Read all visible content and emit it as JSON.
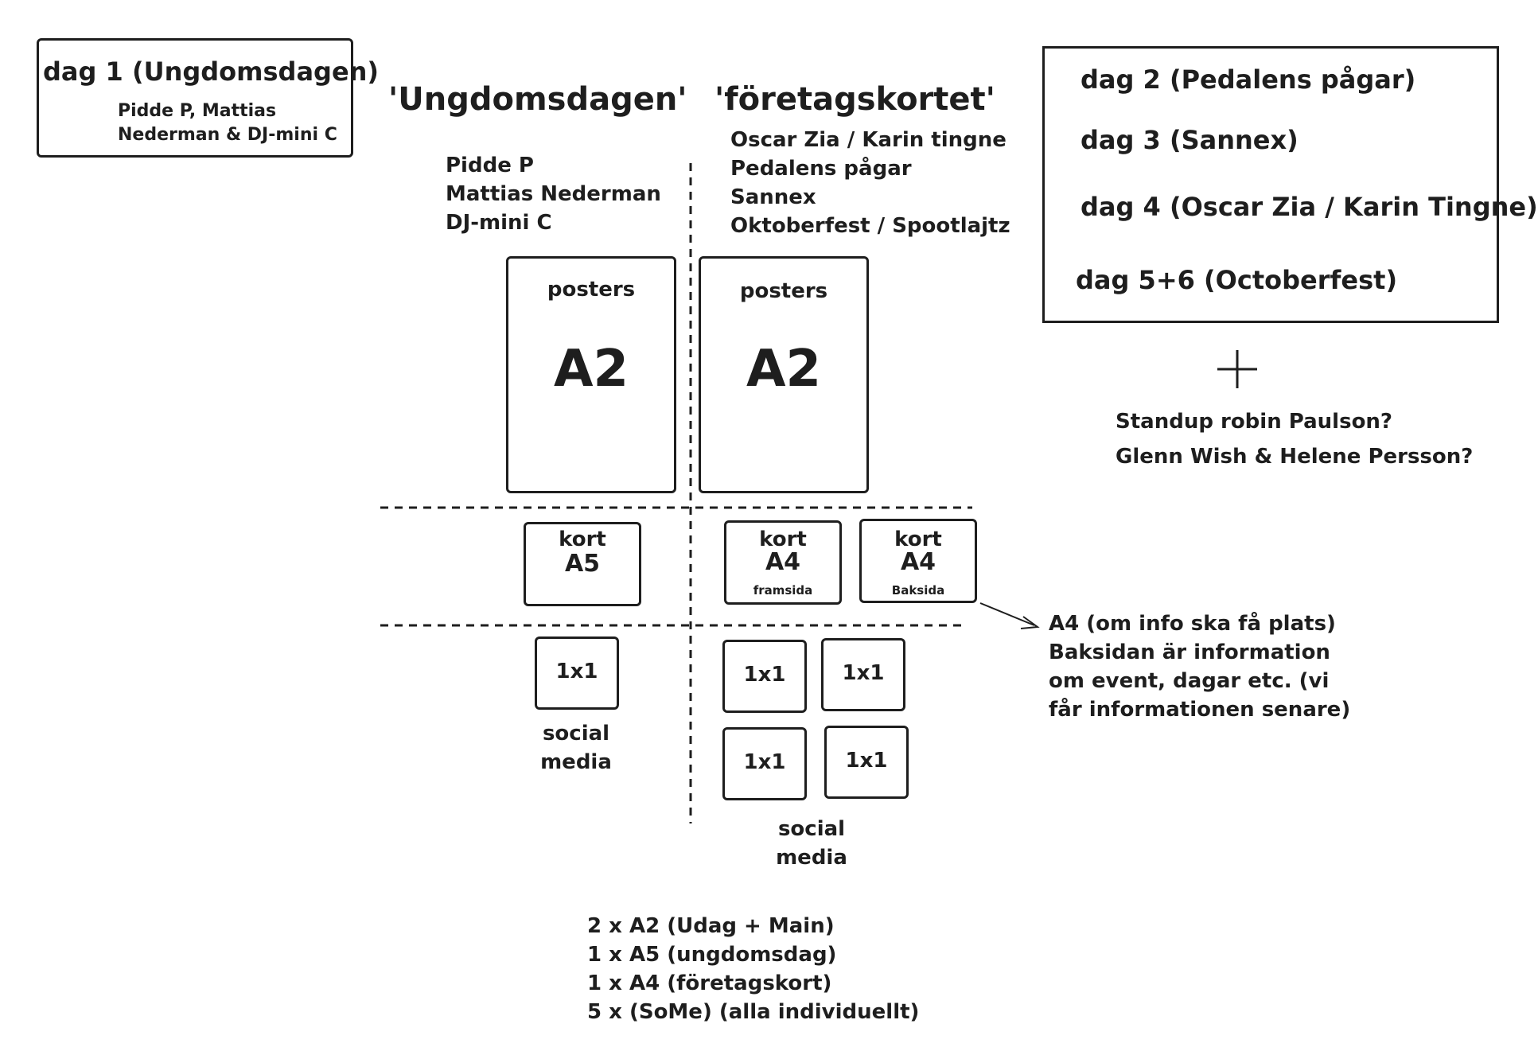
{
  "day1": {
    "title": "dag 1 (Ungdomsdagen)",
    "artists_line1": "Pidde P, Mattias",
    "artists_line2": "Nederman & DJ-mini C"
  },
  "left_column": {
    "heading": "'Ungdomsdagen'",
    "artists": [
      "Pidde P",
      "Mattias Nederman",
      "DJ-mini C"
    ],
    "poster": {
      "label": "posters",
      "size": "A2"
    },
    "card": {
      "label": "kort",
      "size": "A5"
    },
    "social_tile": "1x1",
    "social_label_line1": "social",
    "social_label_line2": "media"
  },
  "right_column": {
    "heading": "'företagskortet'",
    "artists": [
      "Oscar Zia / Karin tingne",
      "Pedalens pågar",
      "Sannex",
      "Oktoberfest / Spootlajtz"
    ],
    "poster": {
      "label": "posters",
      "size": "A2"
    },
    "card_front": {
      "label": "kort",
      "size": "A4",
      "side": "framsida"
    },
    "card_back": {
      "label": "kort",
      "size": "A4",
      "side": "Baksida"
    },
    "social_tiles": [
      "1x1",
      "1x1",
      "1x1",
      "1x1"
    ],
    "social_label_line1": "social",
    "social_label_line2": "media"
  },
  "days_box": {
    "items": [
      "dag 2 (Pedalens pågar)",
      "dag 3 (Sannex)",
      "dag 4 (Oscar Zia / Karin Tingne)",
      "dag 5+6 (Octoberfest)"
    ]
  },
  "plus_sign": "+",
  "extras": [
    "Standup robin Paulson?",
    "Glenn Wish & Helene Persson?"
  ],
  "back_note": [
    "A4 (om info ska få plats)",
    "Baksidan är information",
    "om event, dagar etc. (vi",
    "får informationen senare)"
  ],
  "summary": [
    "2 x A2 (Udag + Main)",
    "1 x A5 (ungdomsdag)",
    "1 x A4 (företagskort)",
    "5 x (SoMe) (alla individuellt)"
  ]
}
